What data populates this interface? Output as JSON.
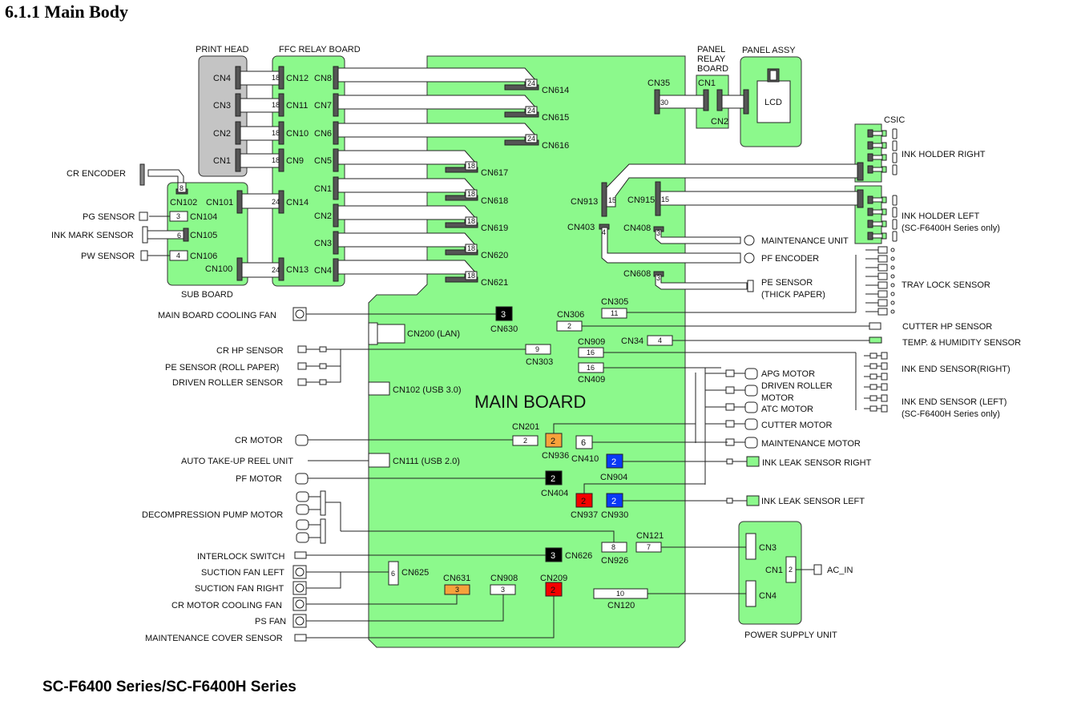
{
  "title": "6.1.1  Main Body",
  "footer": "SC-F6400 Series/SC-F6400H Series",
  "colors": {
    "board": "#8cf98c",
    "gray_board": "#c4c4c4",
    "orange": "#f7a23b",
    "red": "#f40000",
    "blue": "#0a39f5",
    "black": "#000000"
  },
  "boards": {
    "print_head": "PRINT HEAD",
    "ffc_relay": "FFC RELAY BOARD",
    "sub_board": "SUB BOARD",
    "main_board": "MAIN BOARD",
    "panel_relay_1": "PANEL",
    "panel_relay_2": "RELAY",
    "panel_relay_3": "BOARD",
    "panel_assy": "PANEL ASSY",
    "lcd": "LCD",
    "csic": "CSIC",
    "psu": "POWER SUPPLY UNIT"
  },
  "print_head": {
    "connectors": [
      "CN4",
      "CN3",
      "CN2",
      "CN1"
    ]
  },
  "ffc_relay": {
    "left": [
      {
        "name": "CN12",
        "pins": "18"
      },
      {
        "name": "CN11",
        "pins": "18"
      },
      {
        "name": "CN10",
        "pins": "18"
      },
      {
        "name": "CN9",
        "pins": "18"
      },
      {
        "name": "CN14",
        "pins": "24"
      },
      {
        "name": "CN13",
        "pins": "24"
      }
    ],
    "right": [
      "CN8",
      "CN7",
      "CN6",
      "CN5",
      "CN1",
      "CN2",
      "CN3",
      "CN4"
    ]
  },
  "main_top": [
    {
      "name": "CN614",
      "pins": "24"
    },
    {
      "name": "CN615",
      "pins": "24"
    },
    {
      "name": "CN616",
      "pins": "24"
    },
    {
      "name": "CN617",
      "pins": "18"
    },
    {
      "name": "CN618",
      "pins": "18"
    },
    {
      "name": "CN619",
      "pins": "18"
    },
    {
      "name": "CN620",
      "pins": "18"
    },
    {
      "name": "CN621",
      "pins": "18"
    }
  ],
  "sub_board": {
    "cn102": {
      "name": "CN102",
      "pins": "8"
    },
    "cn101": "CN101",
    "cn100": "CN100",
    "cn104": {
      "name": "CN104",
      "pins": "3"
    },
    "cn105": {
      "name": "CN105",
      "pins": "6"
    },
    "cn106": {
      "name": "CN106",
      "pins": "4"
    }
  },
  "left_devices_top": {
    "cr_encoder": "CR ENCODER",
    "pg_sensor": "PG SENSOR",
    "ink_mark_sensor": "INK MARK SENSOR",
    "pw_sensor": "PW SENSOR"
  },
  "left_devices": {
    "main_board_cooling_fan": "MAIN BOARD COOLING FAN",
    "cr_hp_sensor": "CR HP SENSOR",
    "pe_sensor_roll": "PE SENSOR (ROLL PAPER)",
    "driven_roller_sensor": "DRIVEN ROLLER SENSOR",
    "cr_motor": "CR MOTOR",
    "auto_take_up": "AUTO TAKE-UP REEL UNIT",
    "pf_motor": "PF MOTOR",
    "decompression_pump": "DECOMPRESSION PUMP MOTOR",
    "interlock_switch": "INTERLOCK SWITCH",
    "suction_fan_left": "SUCTION FAN LEFT",
    "suction_fan_right": "SUCTION FAN RIGHT",
    "cr_motor_cooling_fan": "CR MOTOR COOLING FAN",
    "ps_fan": "PS FAN",
    "maintenance_cover_sensor": "MAINTENANCE COVER SENSOR"
  },
  "main_conn": {
    "cn630": {
      "name": "CN630",
      "pins": "3"
    },
    "cn200": "CN200 (LAN)",
    "cn303": {
      "name": "CN303",
      "pins": "9"
    },
    "cn102": "CN102 (USB 3.0)",
    "cn201": {
      "name": "CN201",
      "pins": "2"
    },
    "cn936": {
      "name": "CN936",
      "pins": "2"
    },
    "cn410": {
      "name": "CN410",
      "pins": "6"
    },
    "cn111": "CN111 (USB 2.0)",
    "cn904": {
      "name": "CN904",
      "pins": "2"
    },
    "cn404": {
      "name": "CN404",
      "pins": "2"
    },
    "cn937": {
      "name": "CN937",
      "pins": "2"
    },
    "cn930": {
      "name": "CN930",
      "pins": "2"
    },
    "cn121": {
      "name": "CN121",
      "pins": "7"
    },
    "cn926": {
      "name": "CN926",
      "pins": "8"
    },
    "cn626": {
      "name": "CN626",
      "pins": "3"
    },
    "cn625": {
      "name": "CN625",
      "pins": "6"
    },
    "cn631": {
      "name": "CN631",
      "pins": "3"
    },
    "cn908": {
      "name": "CN908",
      "pins": "3"
    },
    "cn209": {
      "name": "CN209",
      "pins": "2"
    },
    "cn120": {
      "name": "CN120",
      "pins": "10"
    },
    "cn35": {
      "name": "CN35",
      "pins": "30"
    },
    "cn913": {
      "name": "CN913",
      "pins": "15"
    },
    "cn915": {
      "name": "CN915",
      "pins": "15"
    },
    "cn403": {
      "name": "CN403",
      "pins": "4"
    },
    "cn408": {
      "name": "CN408",
      "pins": "3"
    },
    "cn608": {
      "name": "CN608",
      "pins": "3"
    },
    "cn305": {
      "name": "CN305",
      "pins": "11"
    },
    "cn306": {
      "name": "CN306",
      "pins": "2"
    },
    "cn909": {
      "name": "CN909",
      "pins": "16"
    },
    "cn34": {
      "name": "CN34",
      "pins": "4"
    },
    "cn409": {
      "name": "CN409",
      "pins": "16"
    }
  },
  "panel": {
    "relay_cn1": "CN1",
    "relay_cn2": "CN2"
  },
  "psu": {
    "cn3": "CN3",
    "cn4": "CN4",
    "cn1": {
      "name": "CN1",
      "pins": "2"
    },
    "ac_in": "AC_IN"
  },
  "right_devices": {
    "ink_holder_right": "INK HOLDER RIGHT",
    "ink_holder_left": "INK HOLDER LEFT",
    "ink_holder_left_note": "(SC-F6400H Series only)",
    "maintenance_unit": "MAINTENANCE UNIT",
    "pf_encoder": "PF ENCODER",
    "pe_sensor_thick": "PE SENSOR",
    "pe_sensor_thick_note": "(THICK PAPER)",
    "tray_lock_sensor": "TRAY LOCK SENSOR",
    "cutter_hp_sensor": "CUTTER HP SENSOR",
    "temp_humidity_sensor": "TEMP. & HUMIDITY SENSOR",
    "ink_end_sensor_right": "INK END SENSOR(RIGHT)",
    "ink_end_sensor_left": "INK END SENSOR (LEFT)",
    "ink_end_sensor_left_note": "(SC-F6400H Series only)",
    "apg_motor": "APG MOTOR",
    "driven_roller_motor_1": "DRIVEN ROLLER",
    "driven_roller_motor_2": "MOTOR",
    "atc_motor": "ATC MOTOR",
    "cutter_motor": "CUTTER MOTOR",
    "maintenance_motor": "MAINTENANCE MOTOR",
    "ink_leak_sensor_right": "INK LEAK SENSOR RIGHT",
    "ink_leak_sensor_left": "INK LEAK SENSOR LEFT"
  }
}
